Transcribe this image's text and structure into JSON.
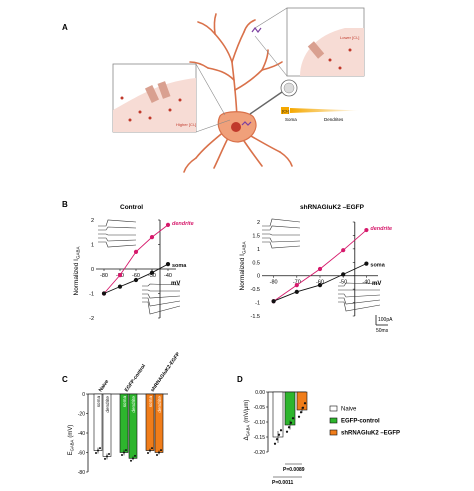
{
  "panels": {
    "A": {
      "label": "A",
      "inset_left_text": "Higher [Cl-]",
      "inset_right_text": "Lower [Cl-]",
      "bar_label": "[Cl-]",
      "soma_label": "Soma",
      "dendrites_label": "Dendrites",
      "colors": {
        "neuron": "#d9714a",
        "neuron_fill": "#f0a07a",
        "inset_bg": "#f7dcd5",
        "gradient_start": "#f5a800"
      }
    },
    "B": {
      "label": "B"
    },
    "C": {
      "label": "C"
    },
    "D": {
      "label": "D"
    }
  },
  "legend": {
    "items": [
      {
        "label": "Naive",
        "color": "#ffffff"
      },
      {
        "label": "EGFP-control",
        "color": "#2db52d"
      },
      {
        "label": "shRNAGluK2 –EGFP",
        "color": "#f07d1a"
      }
    ]
  },
  "scalebar": {
    "y_label": "100pA",
    "x_label": "50ms"
  },
  "chart_data": [
    {
      "type": "line",
      "panel": "B-left",
      "title": "Control",
      "ylabel": "Normalized I",
      "ylabel_sub": "GABA",
      "xlabel": "mV",
      "xlim": [
        -85,
        -35
      ],
      "ylim": [
        -2,
        2
      ],
      "x_ticks": [
        "-80",
        "-70",
        "-60",
        "-50",
        "-40"
      ],
      "y_ticks": [
        "2",
        "1",
        "0",
        "-1",
        "-2"
      ],
      "series": [
        {
          "name": "dendrite",
          "color": "#d6196b",
          "x": [
            -80,
            -70,
            -60,
            -50,
            -40
          ],
          "y": [
            -1.0,
            -0.25,
            0.7,
            1.3,
            1.8
          ]
        },
        {
          "name": "soma",
          "color": "#111111",
          "x": [
            -80,
            -70,
            -60,
            -50,
            -40
          ],
          "y": [
            -1.0,
            -0.72,
            -0.45,
            -0.15,
            0.2
          ]
        }
      ]
    },
    {
      "type": "line",
      "panel": "B-right",
      "title": "shRNAGluK2 –EGFP",
      "ylabel": "Normalized I",
      "ylabel_sub": "GABA",
      "xlabel": "mV",
      "xlim": [
        -85,
        -35
      ],
      "ylim": [
        -1.5,
        2
      ],
      "x_ticks": [
        "-80",
        "-70",
        "-60",
        "-50",
        "-40"
      ],
      "y_ticks": [
        "2",
        "1.5",
        "1",
        "0.5",
        "0",
        "-0.5",
        "-1",
        "-1.5"
      ],
      "series": [
        {
          "name": "dendrite",
          "color": "#d6196b",
          "x": [
            -80,
            -70,
            -60,
            -50,
            -40
          ],
          "y": [
            -0.95,
            -0.35,
            0.25,
            0.95,
            1.7
          ]
        },
        {
          "name": "soma",
          "color": "#111111",
          "x": [
            -80,
            -70,
            -60,
            -50,
            -40
          ],
          "y": [
            -0.95,
            -0.6,
            -0.35,
            0.05,
            0.45
          ]
        }
      ]
    },
    {
      "type": "bar",
      "panel": "C",
      "ylabel": "E",
      "ylabel_sub": "GABA",
      "ylabel_unit": "(mV)",
      "ylim": [
        -80,
        0
      ],
      "y_ticks": [
        "0",
        "-20",
        "-40",
        "-60",
        "-80"
      ],
      "groups": [
        "Naive",
        "EGFP-control",
        "shRNAGluK2-EGFP"
      ],
      "categories": [
        "soma",
        "dendrite",
        "soma",
        "dendrite",
        "soma",
        "dendrite"
      ],
      "colors": [
        "#ffffff",
        "#ffffff",
        "#2db52d",
        "#2db52d",
        "#f07d1a",
        "#f07d1a"
      ],
      "values": [
        -58,
        -64,
        -60,
        -66,
        -58,
        -60
      ],
      "errors": [
        3,
        3,
        3,
        2,
        2,
        2
      ]
    },
    {
      "type": "bar",
      "panel": "D",
      "ylabel": "Δ",
      "ylabel_sub": "GABA",
      "ylabel_unit": "(mV/μm)",
      "ylim": [
        -0.2,
        0
      ],
      "y_ticks": [
        "0.00",
        "-0.05",
        "-0.10",
        "-0.15",
        "-0.20"
      ],
      "categories": [
        "Naive",
        "EGFP-control",
        "shRNAGluK2 –EGFP"
      ],
      "colors": [
        "#ffffff",
        "#2db52d",
        "#f07d1a"
      ],
      "values": [
        -0.15,
        -0.11,
        -0.06
      ],
      "errors": [
        0.02,
        0.015,
        0.01
      ],
      "annotations": [
        "P=0.0089",
        "P=0.0011"
      ]
    }
  ]
}
